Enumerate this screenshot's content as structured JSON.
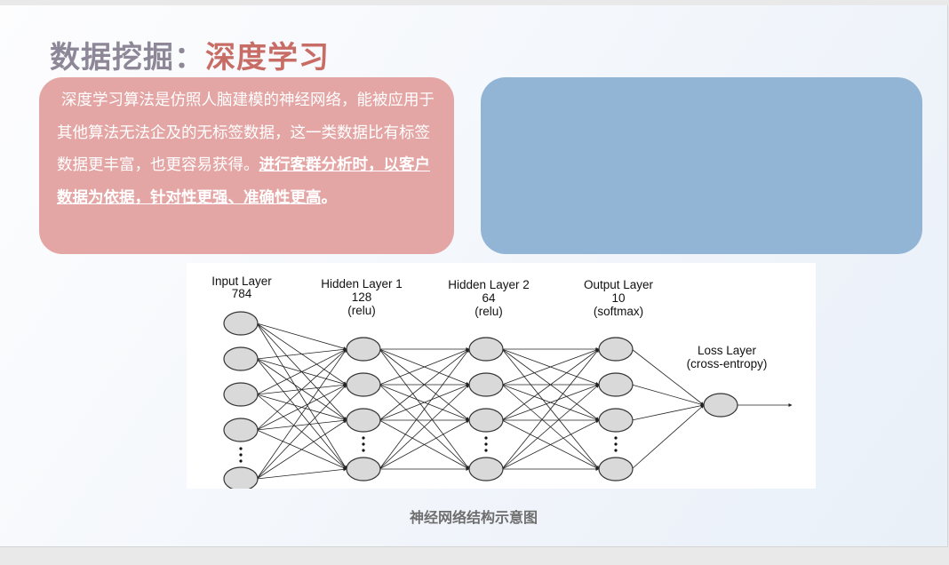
{
  "slide": {
    "title_part1": "数据挖掘：",
    "title_part2": "深度学习",
    "text_block": {
      "normal": "深度学习算法是仿照人脑建模的神经网络，能被应用于其他算法无法企及的无标签数据，这一类数据比有标签数据更丰富，也更容易获得。",
      "bold_underlined": "进行客群分析时，以客户数据为依据，针对性更强、准确性更高",
      "bold_end": "。"
    },
    "caption": "神经网络结构示意图"
  },
  "diagram": {
    "layers": [
      {
        "name": "Input Layer",
        "size": "784",
        "activation": ""
      },
      {
        "name": "Hidden Layer 1",
        "size": "128",
        "activation": "(relu)"
      },
      {
        "name": "Hidden Layer 2",
        "size": "64",
        "activation": "(relu)"
      },
      {
        "name": "Output Layer",
        "size": "10",
        "activation": "(softmax)"
      }
    ],
    "loss_layer": {
      "name": "Loss Layer",
      "detail": "(cross-entropy)"
    },
    "colors": {
      "node_fill": "#d9d9d9",
      "node_stroke": "#333333",
      "edge": "#222222"
    }
  }
}
